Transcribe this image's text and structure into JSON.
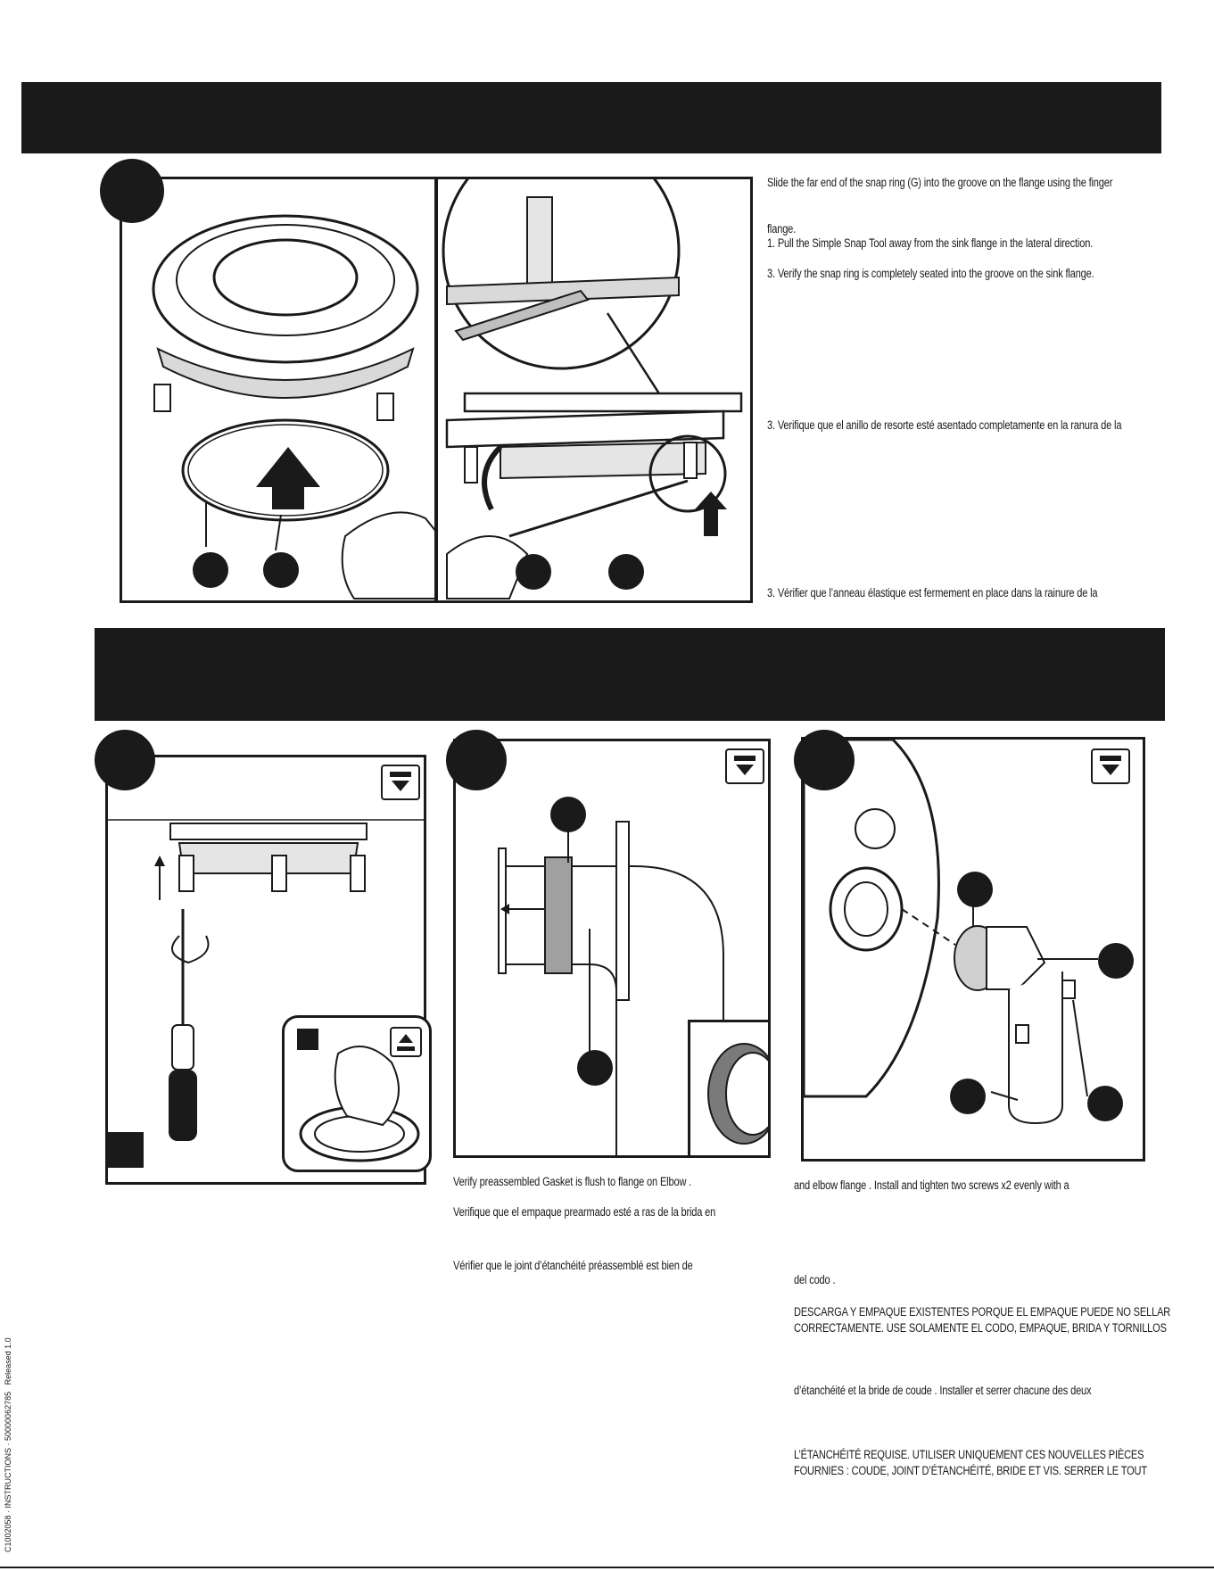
{
  "step1": {
    "text_en_1": "Slide the far end of the snap ring (G) into the groove on the flange using the finger",
    "text_en_2": "flange.",
    "text_en_3": "1.  Pull the Simple Snap Tool      away from the sink flange in the lateral direction.",
    "text_en_4": "3.  Verify the snap ring is completely seated into the groove on the sink flange.",
    "text_es_1": "3.  Verifique que el anillo de resorte esté asentado completamente en la ranura de la",
    "text_fr_1": "3.  Vérifier que l’anneau élastique est fermement en place dans la rainure de la"
  },
  "step2": {
    "caption_b_en": "Verify preassembled Gasket      is flush to flange on Elbow     .",
    "caption_b_es": "Verifique que el empaque prearmado      esté a ras de la brida en",
    "caption_b_fr": "Vérifier que le joint d’étanchéité préassemblé      est bien de",
    "caption_c_en": "and elbow flange      . Install and tighten two screws      x2 evenly with a",
    "caption_c_es_1": "del codo      .",
    "caption_c_es_2": "DESCARGA Y EMPAQUE EXISTENTES PORQUE EL EMPAQUE PUEDE NO SELLAR",
    "caption_c_es_3": "CORRECTAMENTE. USE SOLAMENTE EL CODO, EMPAQUE, BRIDA Y TORNILLOS",
    "caption_c_fr_1": "d’étanchéité      et la bride de coude      . Installer et serrer chacune des deux",
    "caption_c_fr_2": "L’ÉTANCHÉITÉ REQUISE. UTILISER UNIQUEMENT CES NOUVELLES PIÈCES",
    "caption_c_fr_3": "FOURNIES : COUDE, JOINT D’ÉTANCHÉITÉ, BRIDE ET VIS. SERRER LE TOUT"
  },
  "footer": {
    "doc_code": "C1002058 · INSTRUCTIONS · 50000062785",
    "release": "Released 1.0"
  }
}
